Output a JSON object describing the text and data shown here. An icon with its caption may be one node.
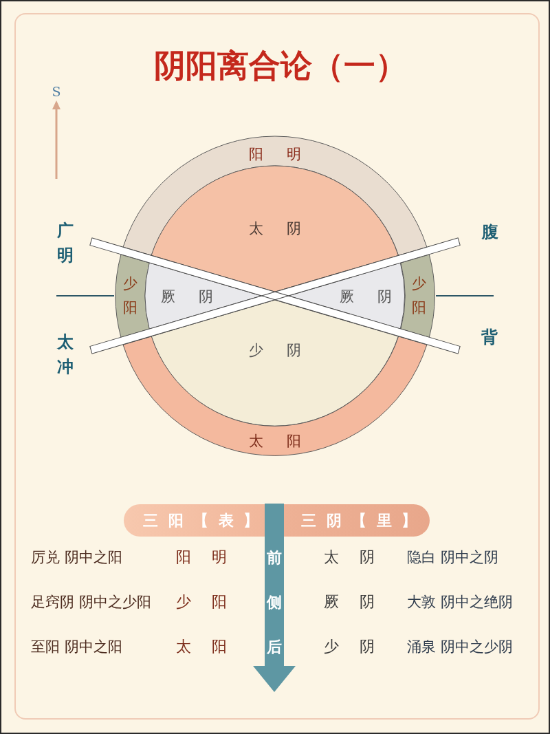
{
  "diagram": {
    "title": "阴阳离合论（一）",
    "nodes": [
      {
        "text": [
          "阳明"
        ]
      },
      {
        "text": [
          "太阴"
        ]
      },
      {
        "text": [
          "少阳"
        ]
      },
      {
        "text": [
          "厥阴"
        ]
      },
      {
        "text": [
          "厥阴"
        ]
      },
      {
        "text": [
          "少阳"
        ]
      },
      {
        "text": [
          "少阴"
        ]
      },
      {
        "text": [
          "太阳"
        ]
      },
      {
        "text": [
          "三阳【表】"
        ]
      },
      {
        "text": [
          "三阴【里】"
        ]
      },
      {
        "text": [
          "前侧后"
        ]
      }
    ],
    "labels": [
      "S",
      "广明",
      "腹",
      "太冲",
      "背",
      "厉兑 阴中之阳",
      "阳明",
      "太阴",
      "隐白 阴中之阴",
      "足窍阴 阴中之少阳",
      "少阳",
      "厥阴",
      "大敦 阴中之绝阴",
      "至阳 阴中之阳",
      "太阳",
      "少阴",
      "涌泉 阴中之少阴"
    ]
  }
}
